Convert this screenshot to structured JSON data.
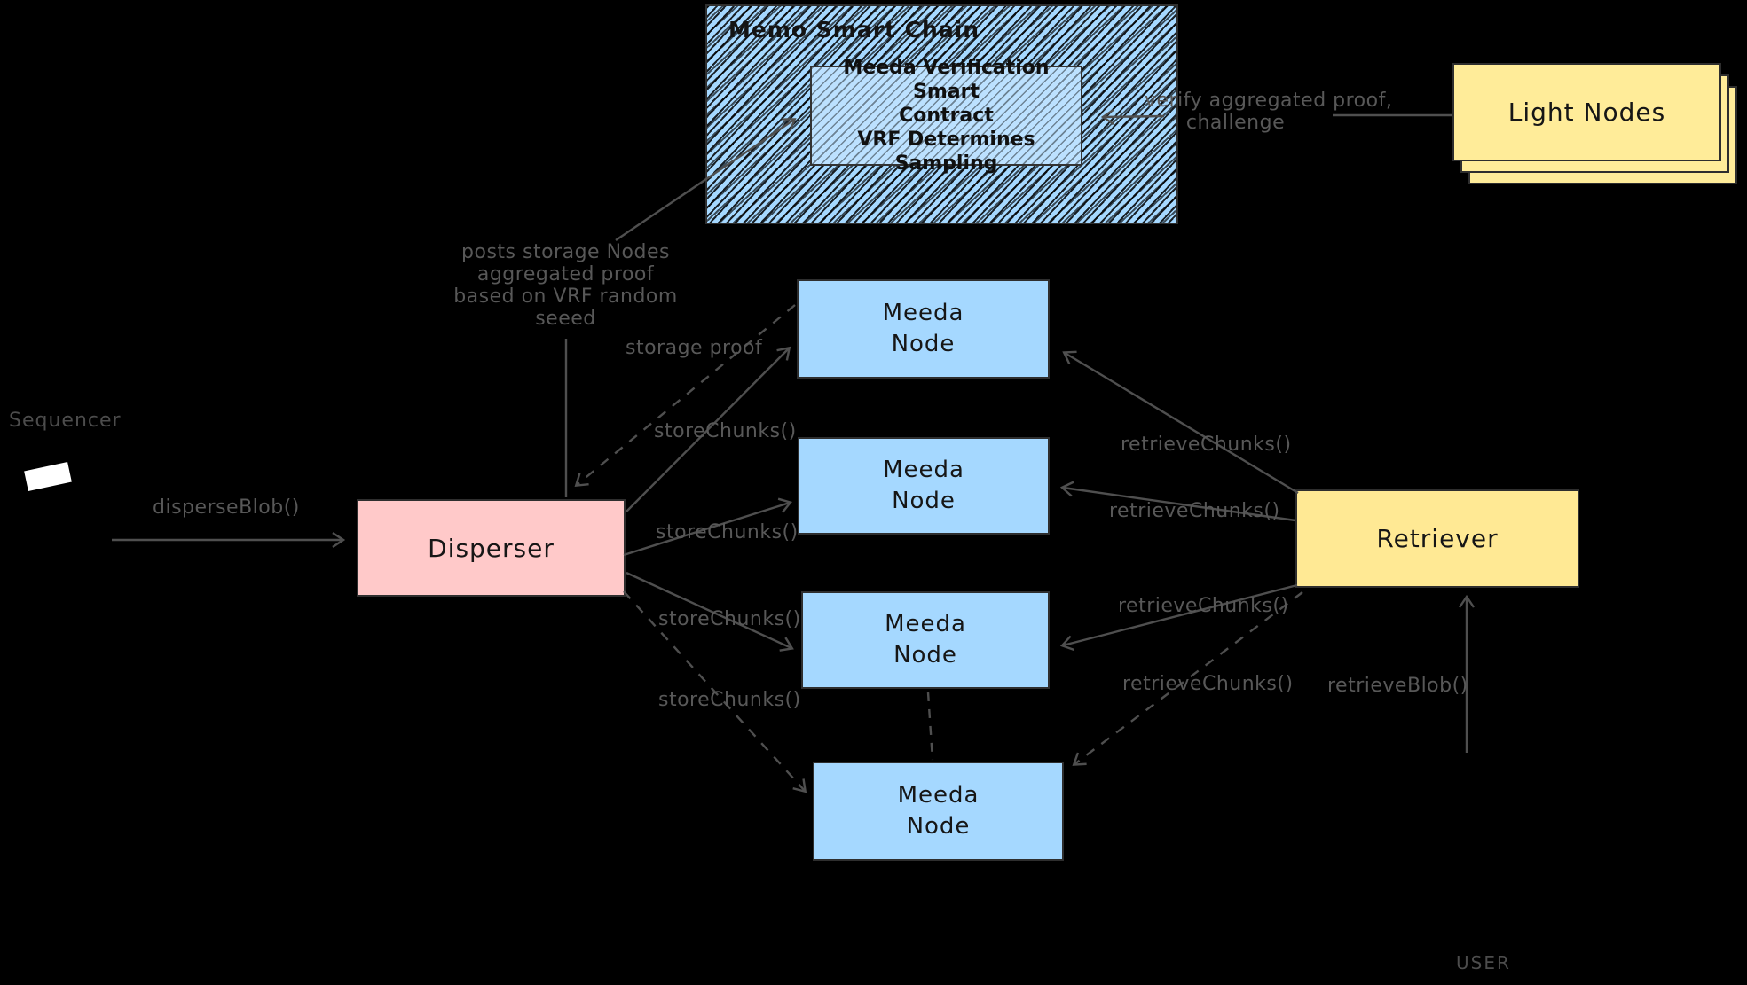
{
  "colors": {
    "background": "#000000",
    "node_fill": "#a5d8ff",
    "disperser_fill": "#ffc9c9",
    "retriever_fill": "#ffe994",
    "light_nodes_fill": "#ffec99",
    "chain_fill": "#a5d8ff",
    "box_text": "#161616",
    "connector": "#4f4f4f",
    "label_text": "#585858"
  },
  "chain": {
    "title": "Memo Smart Chain",
    "contract": {
      "line1": "Meeda Verification Smart",
      "line2": "Contract",
      "line3": "VRF Determines Sampling"
    }
  },
  "light_nodes": {
    "label": "Light Nodes"
  },
  "sequencer": {
    "label": "Sequencer"
  },
  "user": {
    "label": "USER"
  },
  "disperser": {
    "label": "Disperser"
  },
  "retriever": {
    "label": "Retriever"
  },
  "meeda_nodes": [
    {
      "line1": "Meeda",
      "line2": "Node"
    },
    {
      "line1": "Meeda",
      "line2": "Node"
    },
    {
      "line1": "Meeda",
      "line2": "Node"
    },
    {
      "line1": "Meeda",
      "line2": "Node"
    }
  ],
  "edge_labels": {
    "disperse_blob": "disperseBlob()",
    "storage_proof": "storage proof",
    "store_chunks_1": "storeChunks()",
    "store_chunks_2": "storeChunks()",
    "store_chunks_3": "storeChunks()",
    "store_chunks_4": "storeChunks()",
    "retrieve_chunks_1": "retrieveChunks()",
    "retrieve_chunks_2": "retrieveChunks()",
    "retrieve_chunks_3": "retrieveChunks()",
    "retrieve_chunks_4": "retrieveChunks()",
    "retrieve_blob": "retrieveBlob()",
    "verify": {
      "line1": "verify aggregated proof,",
      "line2": "challenge"
    },
    "posts": {
      "line1": "posts storage Nodes",
      "line2": "aggregated proof",
      "line3": "based on VRF random",
      "line4": "seeed"
    }
  }
}
